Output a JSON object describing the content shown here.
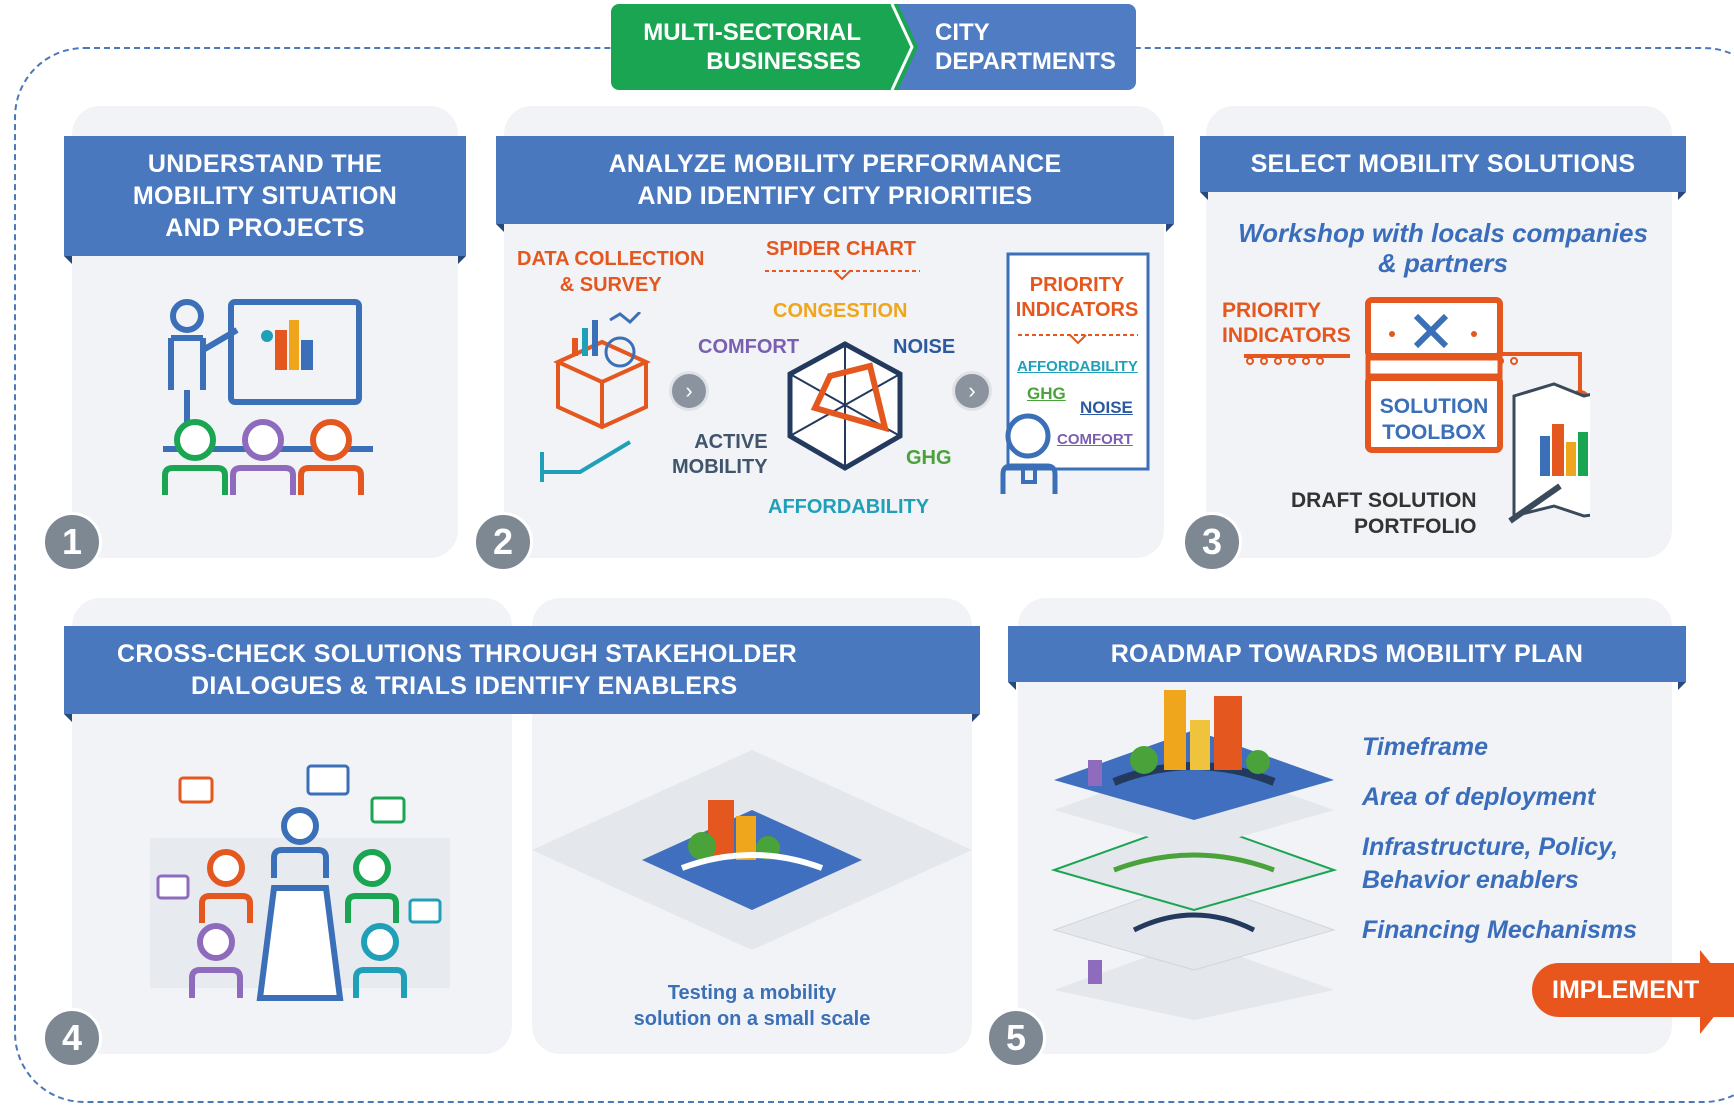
{
  "top": {
    "left_tab": "MULTI-SECTORIAL\nBUSINESSES",
    "right_tab": "CITY\nDEPARTMENTS"
  },
  "step1": {
    "number": "1",
    "title_line1": "UNDERSTAND THE",
    "title_line2": "MOBILITY SITUATION",
    "title_line3": "AND PROJECTS"
  },
  "step2": {
    "number": "2",
    "title_line1": "ANALYZE MOBILITY PERFORMANCE",
    "title_line2": "AND IDENTIFY CITY PRIORITIES",
    "data_collection_line1": "DATA COLLECTION",
    "data_collection_line2": "& SURVEY",
    "spider_chart": "SPIDER  CHART",
    "axes": {
      "congestion": "CONGESTION",
      "comfort": "COMFORT",
      "noise": "NOISE",
      "active_line1": "ACTIVE",
      "active_line2": "MOBILITY",
      "ghg": "GHG",
      "affordability": "AFFORDABILITY"
    },
    "priority_line1": "PRIORITY",
    "priority_line2": "INDICATORS",
    "priority_list": {
      "affordability": "AFFORDABILITY",
      "ghg": "GHG",
      "noise": "NOISE",
      "comfort": "COMFORT"
    }
  },
  "step3": {
    "number": "3",
    "title": "SELECT MOBILITY SOLUTIONS",
    "workshop_line1": "Workshop with locals companies",
    "workshop_line2": "& partners",
    "priority_line1": "PRIORITY",
    "priority_line2": "INDICATORS",
    "toolbox_line1": "SOLUTION",
    "toolbox_line2": "TOOLBOX",
    "draft_line1": "DRAFT   SOLUTION",
    "draft_line2": "PORTFOLIO"
  },
  "step4": {
    "number": "4",
    "title_line1": "CROSS-CHECK SOLUTIONS THROUGH STAKEHOLDER",
    "title_line2": "DIALOGUES & TRIALS IDENTIFY ENABLERS",
    "caption_line1": "Testing a mobility",
    "caption_line2": "solution on a small scale"
  },
  "step5": {
    "number": "5",
    "title": "ROADMAP TOWARDS MOBILITY PLAN",
    "items": [
      "Timeframe",
      "Area of deployment",
      "Infrastructure, Policy,",
      "Behavior enablers",
      "Financing Mechanisms"
    ],
    "implement": "IMPLEMENT"
  },
  "colors": {
    "header_blue": "#4a78bf",
    "green": "#1aa552",
    "orange": "#e4571f",
    "badge_gray": "#7e8893"
  }
}
